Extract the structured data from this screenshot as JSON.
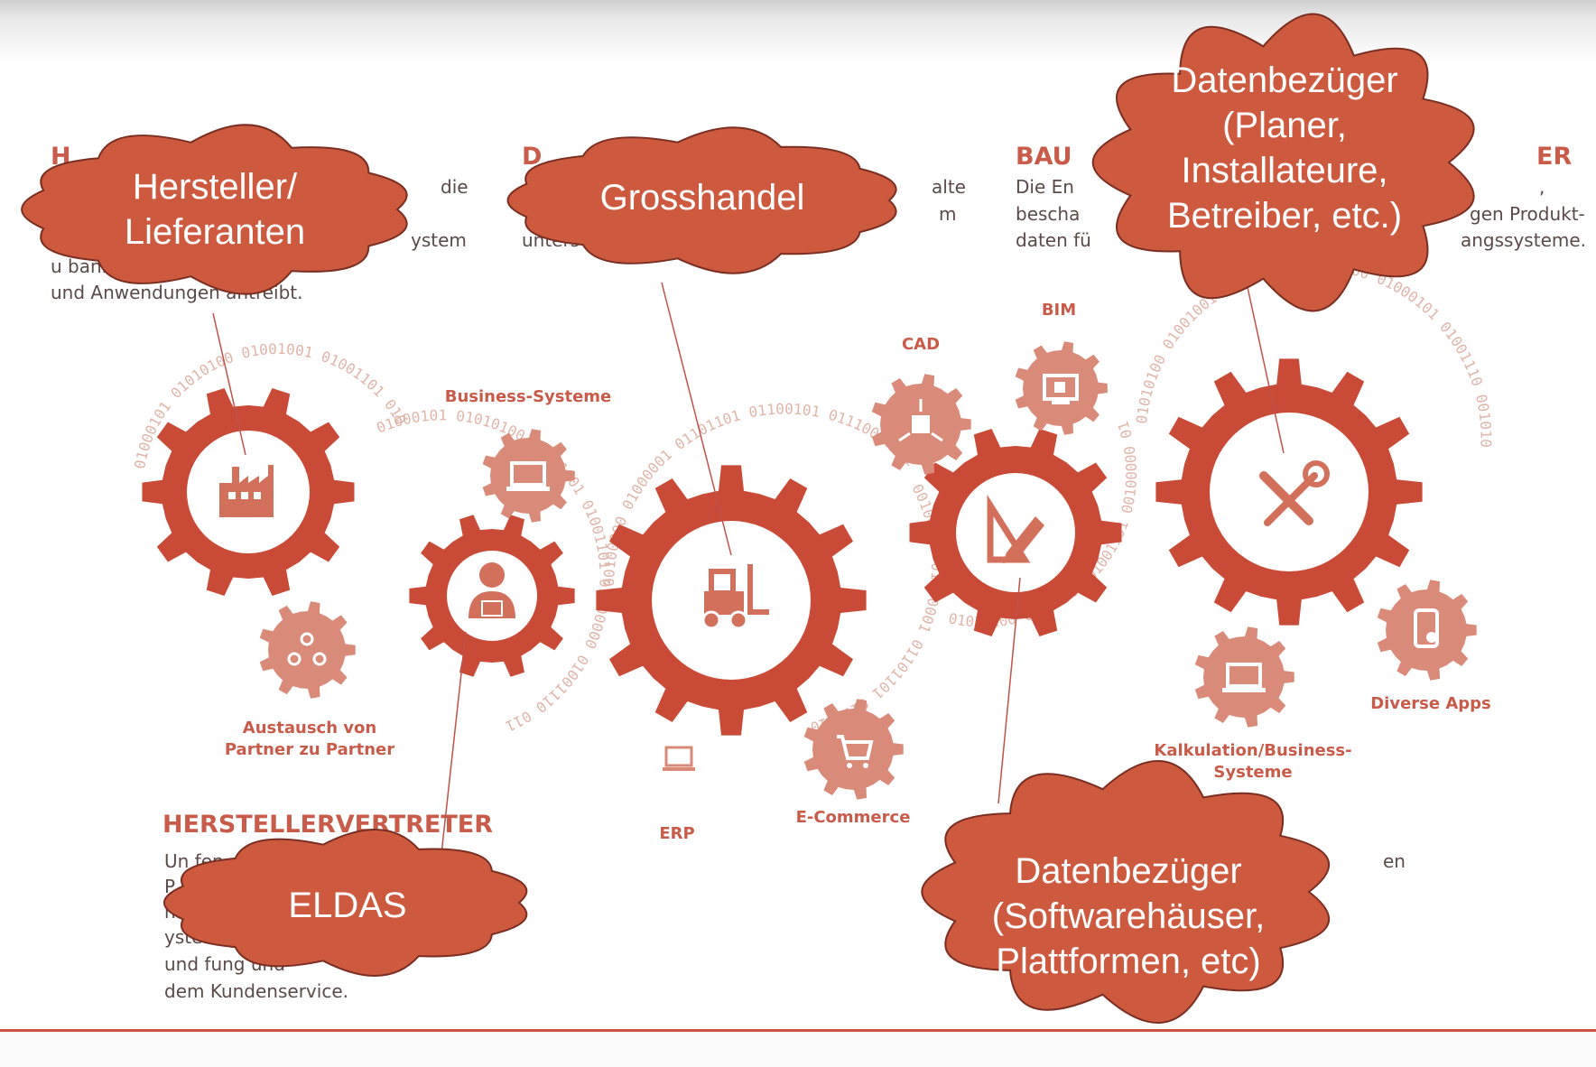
{
  "colors": {
    "accent": "#c94a36",
    "gear_light": "#d98a79",
    "cloud_fill": "#cd5a3f",
    "cloud_stroke": "#7a2e22",
    "text": "#5a4a48"
  },
  "sections": {
    "hersteller": {
      "title": "H",
      "lines": [
        "die",
        "ystem",
        "u                                   banken",
        "und Anwendungen antreibt."
      ]
    },
    "distributor": {
      "title": "D",
      "lines": [
        "alte",
        "m",
        "unters                               fung zu"
      ]
    },
    "bau": {
      "title": "BAU",
      "lines": [
        "Die En",
        "bescha",
        "daten fü"
      ]
    },
    "er": {
      "title": "ER",
      "lines": [
        ",",
        "gen Produkt-",
        "angssysteme."
      ]
    },
    "herstellervertreter": {
      "title": "HERSTELLERVERTRETER",
      "lines": [
        "Un                                    fen,",
        "P                                     ten,",
        "                                      n.",
        "                                      ysteme",
        "und                               fung und",
        "dem Kundenservice."
      ]
    },
    "right_bottom": {
      "lines": [
        "en"
      ]
    }
  },
  "gear_labels": {
    "business_systeme": "Business-Systeme",
    "austausch": "Austausch von\nPartner zu Partner",
    "erp": "ERP",
    "ecommerce": "E-Commerce",
    "cad": "CAD",
    "bim": "BIM",
    "kalkulation": "Kalkulation/Business-\nSysteme",
    "diverse_apps": "Diverse Apps"
  },
  "binary_strings": {
    "left": "01000101 01010100 01001001 01001101 01000000 01001110 01110111 01110010",
    "center": "00100000 01000001 01101101 01100101 01110010 01101111 01101000 00100000",
    "right": "01010100 01001001 01001101 00100000 01000101 01001110 00101001 01110110 01101001"
  },
  "callouts": {
    "hersteller_lieferanten": "Hersteller/\nLieferanten",
    "grosshandel": "Grosshandel",
    "datenbezueger_planer": "Datenbezüger\n(Planer,\nInstallateure,\nBetreiber, etc.)",
    "eldas": "ELDAS",
    "datenbezueger_software": "Datenbezüger\n(Softwarehäuser,\nPlattformen, etc)"
  }
}
